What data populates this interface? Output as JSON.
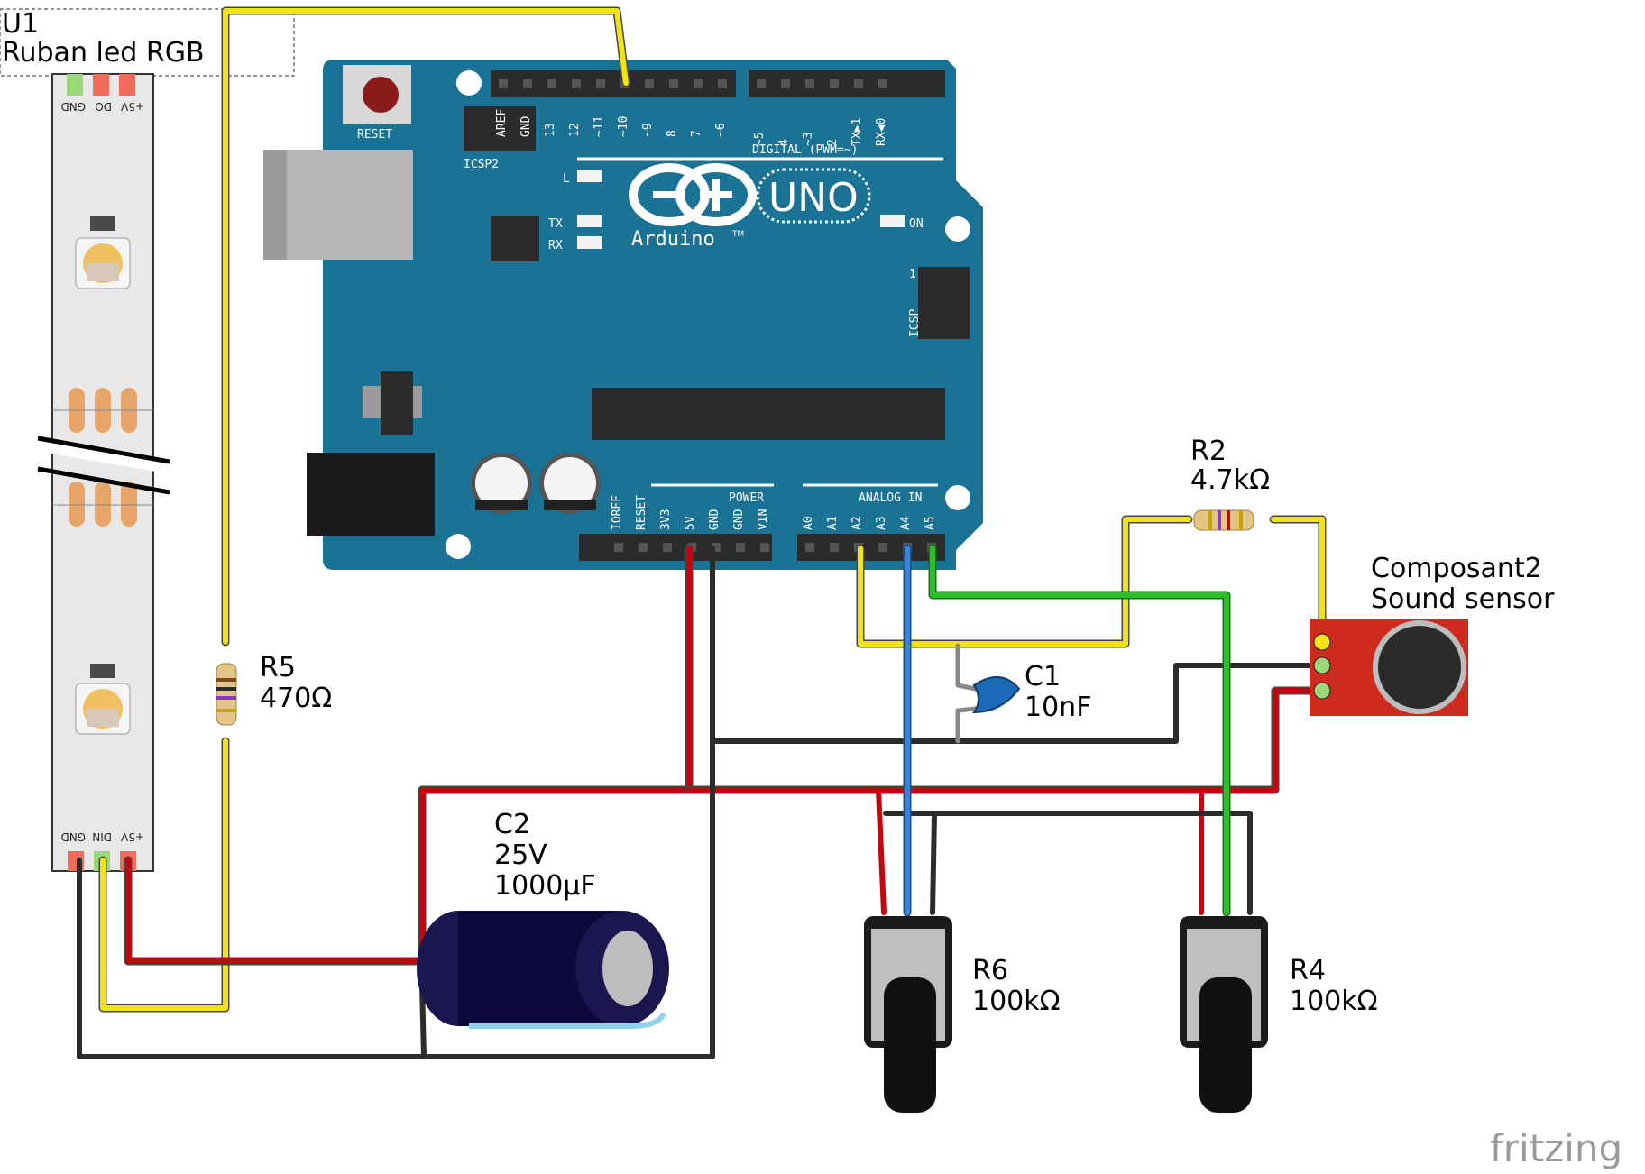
{
  "labels": {
    "u1_ref": "U1",
    "u1_name": "Ruban led RGB",
    "r5_ref": "R5",
    "r5_val": "470Ω",
    "r2_ref": "R2",
    "r2_val": "4.7kΩ",
    "c1_ref": "C1",
    "c1_val": "10nF",
    "c2_ref": "C2",
    "c2_volt": "25V",
    "c2_val": "1000µF",
    "r6_ref": "R6",
    "r6_val": "100kΩ",
    "r4_ref": "R4",
    "r4_val": "100kΩ",
    "sensor_ref": "Composant2",
    "sensor_name": "Sound sensor",
    "watermark": "fritzing"
  },
  "arduino": {
    "reset": "RESET",
    "icsp2": "ICSP2",
    "icsp": "ICSP",
    "icsp_1": "1",
    "brand": "Arduino",
    "tm": "TM",
    "model": "UNO",
    "digital": "DIGITAL (PWM=~)",
    "power": "POWER",
    "analog_in": "ANALOG IN",
    "led_l": "L",
    "led_tx": "TX",
    "led_rx": "RX",
    "led_on": "ON",
    "digital_pins": [
      "AREF",
      "GND",
      "13",
      "12",
      "~11",
      "~10",
      "~9",
      "8",
      "7",
      "~6",
      "~5",
      "4",
      "~3",
      "2",
      "TX▶1",
      "RX◀0"
    ],
    "power_pins": [
      "IOREF",
      "RESET",
      "3V3",
      "5V",
      "GND",
      "GND",
      "VIN"
    ],
    "analog_pins": [
      "A0",
      "A1",
      "A2",
      "A3",
      "A4",
      "A5"
    ]
  },
  "strip": {
    "top_labels": [
      "GND",
      "DO",
      "+5V"
    ],
    "mid_labels": [
      "GND",
      "DIN",
      "+5V"
    ]
  },
  "colors": {
    "board": "#1a7294",
    "wire_yellow": "#f2e313",
    "wire_red": "#c0090f",
    "wire_black": "#2c2c2c",
    "wire_blue": "#3c82d6",
    "wire_green": "#2bbf2b",
    "sensor": "#cc2b1e"
  }
}
